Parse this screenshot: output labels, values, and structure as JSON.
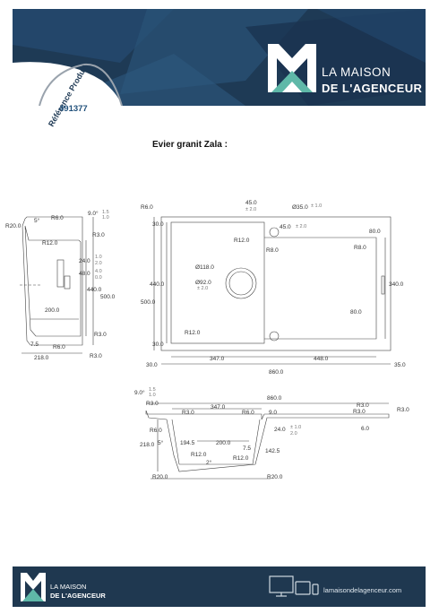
{
  "header": {
    "logo_line1": "LA MAISON",
    "logo_line2": "DE L'AGENCEUR",
    "reference_label": "Référence Produit",
    "reference_number": "491377"
  },
  "document": {
    "title": "Evier granit Zala :"
  },
  "side_view": {
    "r20": "R20.0",
    "angle5": "5°",
    "r6": "R6.0",
    "angle9": "9.0°",
    "tol_a1": "1.5",
    "tol_a2": "1.0",
    "r12": "R12.0",
    "r3a": "R3.0",
    "d24": "24.0",
    "tol_b1": "1.0",
    "tol_b2": "2.0",
    "d48": "48.0",
    "tol_c1": "4.0",
    "tol_c2": "0.0",
    "d440": "440.0",
    "d500": "500.0",
    "d200": "200.0",
    "r3b": "R3.0",
    "d75": "7.5",
    "r6b": "R6.0",
    "d218": "218.0",
    "r3c": "R3.0"
  },
  "top_view": {
    "r6": "R6.0",
    "d45a": "45.0",
    "tol_a": "± 2.0",
    "tap": "Ø35.0",
    "tol_tap": "± 1.0",
    "d30a": "30.0",
    "d45b": "45.0",
    "tol_b": "± 2.0",
    "d80a": "80.0",
    "r12a": "R12.0",
    "r8a": "R8.0",
    "r8b": "R8.0",
    "d118": "Ø118.0",
    "d440": "440.0",
    "d92": "Ø92.0",
    "tol_c": "± 2.0",
    "d340": "340.0",
    "d500": "500.0",
    "d80b": "80.0",
    "r12b": "R12.0",
    "d30b": "30.0",
    "d347": "347.0",
    "d448": "448.0",
    "d30c": "30.0",
    "d860": "860.0",
    "d35": "35.0"
  },
  "front_view": {
    "angle9": "9.0°",
    "tol_a1": "1.5",
    "tol_a2": "1.0",
    "d860": "860.0",
    "r3a": "R3.0",
    "d347": "347.0",
    "r3b": "R3.0",
    "r6": "R6.0",
    "d9": "9.0",
    "r3c": "R3.0",
    "r3d": "R3.0",
    "r3e": "R3.0",
    "r6b": "R6.0",
    "d24": "24.0",
    "tol_b1": "± 1.0",
    "tol_b2": "2.0",
    "d6": "6.0",
    "d218": "218.0",
    "angle5": "5°",
    "d1945": "194.5",
    "d200": "200.0",
    "d75": "7.5",
    "d1425": "142.5",
    "r12a": "R12.0",
    "r12b": "R12.0",
    "angle2": "2°",
    "r20a": "R20.0",
    "r20b": "R20.0"
  },
  "footer": {
    "logo_line1": "LA MAISON",
    "logo_line2": "DE L'AGENCEUR",
    "url": "lamaisondelagenceur.com"
  }
}
